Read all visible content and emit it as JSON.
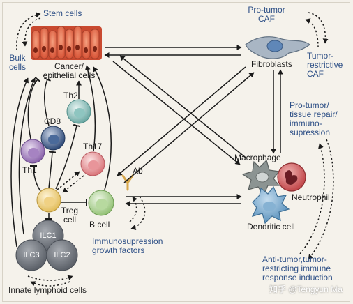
{
  "labels": {
    "stem_cells": "Stem cells",
    "bulk_cells": "Bulk cells",
    "cancer_cells": "Cancer/ epithelial cells",
    "pro_tumor_caf": "Pro-tumor CAF",
    "tumor_restrictive_caf": "Tumor- restrictive CAF",
    "fibroblasts": "Fibroblasts",
    "pro_tumor_repair": "Pro-tumor/ tissue repair/ immuno- supression",
    "th2": "Th2",
    "cd8": "CD8",
    "th1": "Th1",
    "th17": "Th17",
    "treg": "Treg cell",
    "b_cell": "B cell",
    "ab": "Ab",
    "ilc1": "ILC1",
    "ilc2": "ILC2",
    "ilc3": "ILC3",
    "innate": "Innate lymphoid cells",
    "immunosupression": "Immunosupression growth factors",
    "macrophage": "Macrophage",
    "neutrophil": "Neutrophil",
    "dendritic": "Dendritic cell",
    "anti_tumor": "Anti-tumor,tumor- restricting immune response induction",
    "watermark": "知乎 @Tengyun Ma"
  },
  "colors": {
    "blue_text": "#2d4f86",
    "cancer": "#e8734f",
    "th1": "#9b78b8",
    "cd8": "#3b5b8c",
    "th2": "#7fb8b2",
    "th17": "#e58f93",
    "treg": "#efd27a",
    "b_cell": "#a9cf8e",
    "ilc": "#70757d",
    "fibroblast": "#a9b6c4",
    "macrophage": "#8c9492",
    "neutrophil": "#c94d4f",
    "dendritic": "#6ea3c9"
  }
}
